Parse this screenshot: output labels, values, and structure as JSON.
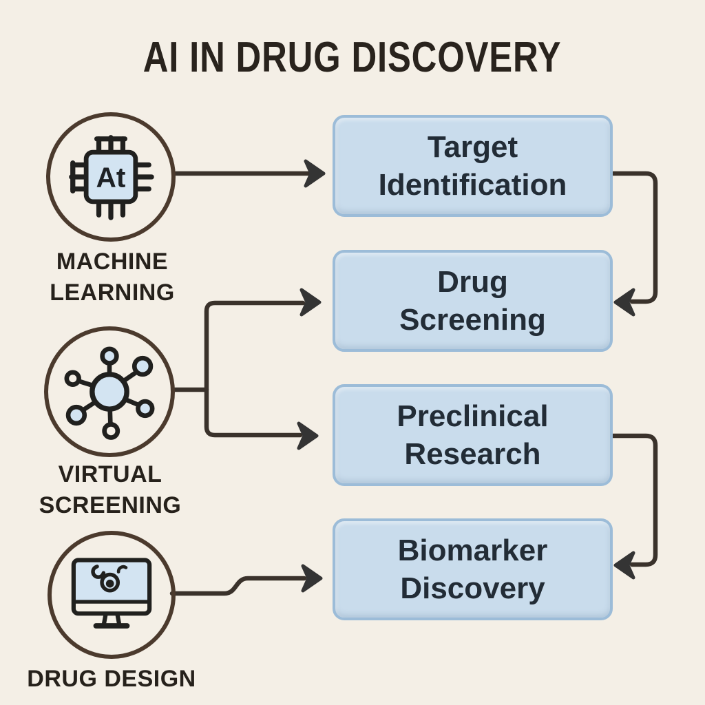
{
  "title": "AI IN DRUG DISCOVERY",
  "icons": [
    {
      "name": "machine-learning",
      "icon": "ai-chip-icon",
      "chip_text": "At",
      "label_line1": "MACHINE",
      "label_line2": "LEARNING"
    },
    {
      "name": "virtual-screening",
      "icon": "molecule-network-icon",
      "label_line1": "VIRTUAL",
      "label_line2": "SCREENING"
    },
    {
      "name": "drug-design",
      "icon": "monitor-molecule-icon",
      "label_line1": "DRUG DESIGN"
    }
  ],
  "boxes": [
    {
      "name": "target-identification",
      "line1": "Target",
      "line2": "Identification"
    },
    {
      "name": "drug-screening",
      "line1": "Drug",
      "line2": "Screening"
    },
    {
      "name": "preclinical-research",
      "line1": "Preclinical",
      "line2": "Research"
    },
    {
      "name": "biomarker-discovery",
      "line1": "Biomarker",
      "line2": "Discovery"
    }
  ],
  "connections": [
    {
      "from": "machine-learning",
      "to": "target-identification"
    },
    {
      "from": "target-identification",
      "to": "drug-screening"
    },
    {
      "from": "virtual-screening",
      "to": "drug-screening"
    },
    {
      "from": "virtual-screening",
      "to": "preclinical-research"
    },
    {
      "from": "preclinical-research",
      "to": "biomarker-discovery"
    },
    {
      "from": "drug-design",
      "to": "biomarker-discovery"
    }
  ],
  "colors": {
    "background": "#f4efe6",
    "title_text": "#29231d",
    "circle_outline": "#4b3a2d",
    "icon_fill": "#d3e4f2",
    "icon_stroke": "#20201e",
    "box_fill": "#c9dcec",
    "box_border": "#9cbcd8",
    "box_text": "#222c36",
    "connector": "#3a322b"
  }
}
